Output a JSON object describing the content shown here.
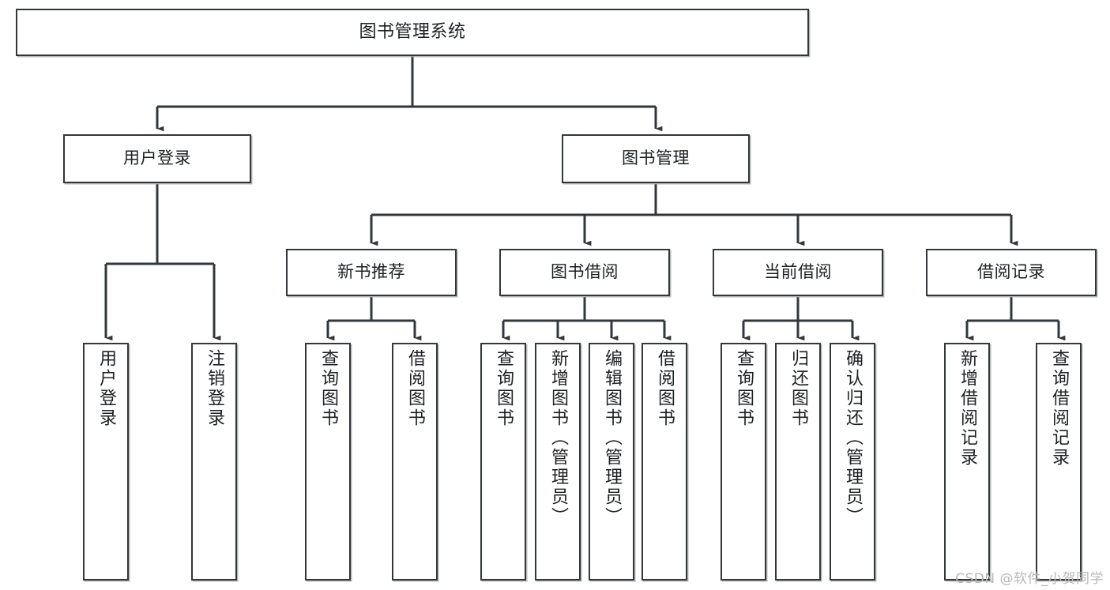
{
  "diagram": {
    "type": "tree",
    "title": "图书管理系统",
    "orientation": "top-down",
    "colors": {
      "node_border": "#32373b",
      "node_fill": "#ffffff",
      "edge": "#32373b",
      "text": "#1d2023",
      "watermark": "#b8b8b8",
      "background": "#ffffff"
    },
    "watermark": "CSDN @软件_小贺同学"
  },
  "nodes": {
    "root": {
      "label": "图书管理系统",
      "level": 1
    },
    "level2": [
      {
        "id": "user-login",
        "label": "用户登录"
      },
      {
        "id": "book-manage",
        "label": "图书管理"
      }
    ],
    "level3": [
      {
        "id": "new-book-recommend",
        "label": "新书推荐"
      },
      {
        "id": "book-borrow",
        "label": "图书借阅"
      },
      {
        "id": "current-borrow",
        "label": "当前借阅"
      },
      {
        "id": "borrow-record",
        "label": "借阅记录"
      }
    ],
    "leaves": {
      "user-login": [
        {
          "id": "leaf-user-login",
          "label": "用户登录"
        },
        {
          "id": "leaf-logout-login",
          "label": "注销登录"
        }
      ],
      "new-book-recommend": [
        {
          "id": "leaf-query-book-1",
          "label": "查询图书"
        },
        {
          "id": "leaf-borrow-book-1",
          "label": "借阅图书"
        }
      ],
      "book-borrow": [
        {
          "id": "leaf-query-book-2",
          "label": "查询图书"
        },
        {
          "id": "leaf-add-book",
          "label": "新增图书（管理员）"
        },
        {
          "id": "leaf-edit-book",
          "label": "编辑图书（管理员）"
        },
        {
          "id": "leaf-borrow-book-2",
          "label": "借阅图书"
        }
      ],
      "current-borrow": [
        {
          "id": "leaf-query-book-3",
          "label": "查询图书"
        },
        {
          "id": "leaf-return-book",
          "label": "归还图书"
        },
        {
          "id": "leaf-confirm-return",
          "label": "确认归还（管理员）"
        }
      ],
      "borrow-record": [
        {
          "id": "leaf-add-record",
          "label": "新增借阅记录"
        },
        {
          "id": "leaf-query-record",
          "label": "查询借阅记录"
        }
      ]
    }
  }
}
